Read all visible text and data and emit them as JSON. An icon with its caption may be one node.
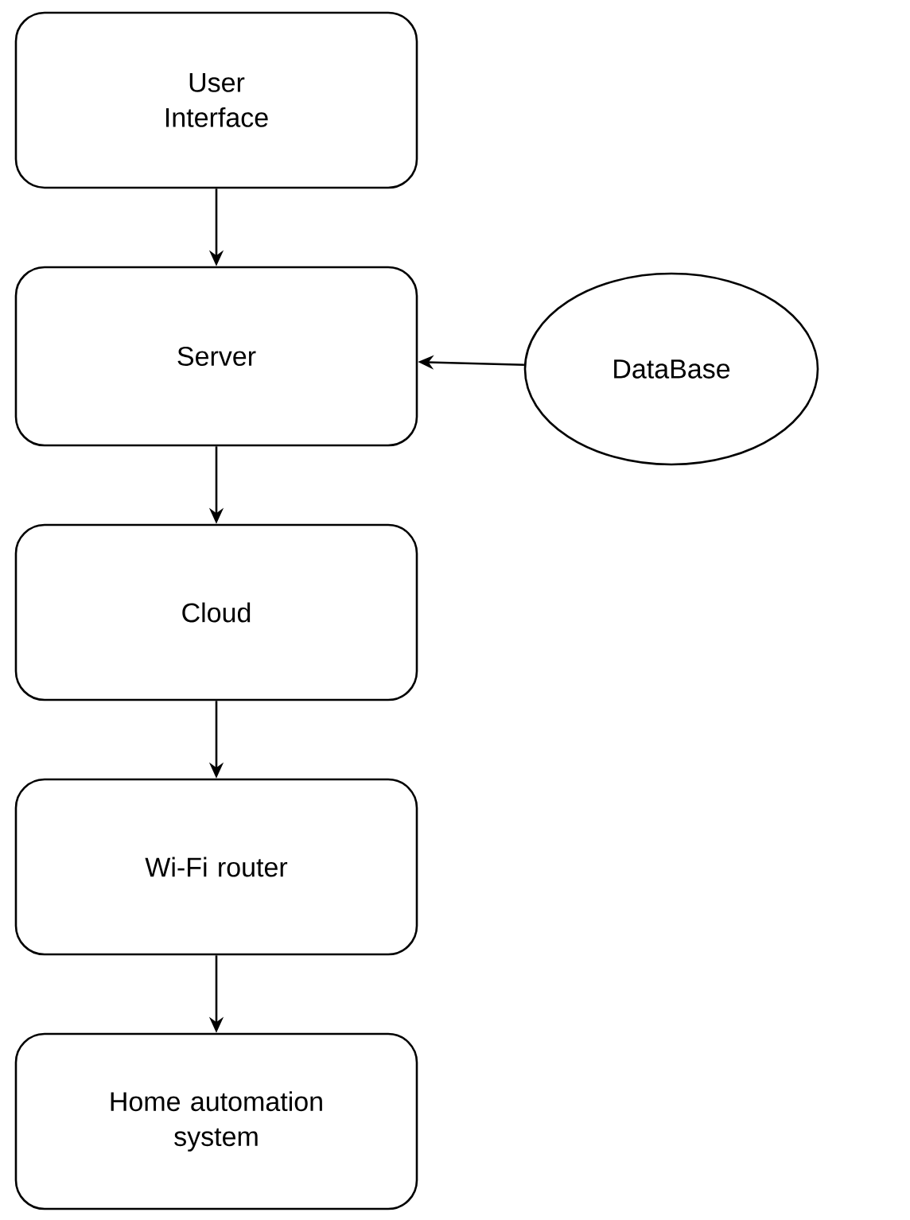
{
  "diagram": {
    "nodes": [
      {
        "text": [
          "User Interface"
        ]
      },
      {
        "text": [
          "Server"
        ]
      },
      {
        "text": [
          "DataBase"
        ]
      },
      {
        "text": [
          "Cloud"
        ]
      },
      {
        "text": [
          "Wi-Fi router"
        ]
      },
      {
        "text": [
          "Home automation system"
        ]
      }
    ],
    "edges": [
      {
        "from": 0,
        "to": 1,
        "arrow": "to"
      },
      {
        "from": 2,
        "to": 1,
        "arrow": "to"
      },
      {
        "from": 1,
        "to": 3,
        "arrow": "to"
      },
      {
        "from": 3,
        "to": 4,
        "arrow": "to"
      },
      {
        "from": 4,
        "to": 5,
        "arrow": "to"
      }
    ]
  }
}
